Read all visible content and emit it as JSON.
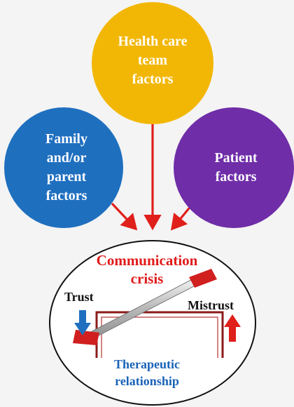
{
  "nodes": {
    "health_care_team": "Health care\nteam\nfactors",
    "family_parent": "Family\nand/or\nparent\nfactors",
    "patient": "Patient\nfactors"
  },
  "center": {
    "crisis": "Communication\ncrisis",
    "trust": "Trust",
    "mistrust": "Mistrust",
    "relationship": "Therapeutic\nrelationship"
  },
  "colors": {
    "health_care_team": "#f2b705",
    "family_parent": "#1f6fbf",
    "patient": "#6f2da8",
    "arrow": "#e0201b",
    "crisis_text": "#e01b1b",
    "relationship_text": "#1a63b8",
    "trust_arrow": "#1f6fbf",
    "mistrust_arrow": "#e0201b"
  },
  "icons": {
    "trust": "down-arrow-icon",
    "mistrust": "up-arrow-icon",
    "balance": "seesaw-icon"
  }
}
